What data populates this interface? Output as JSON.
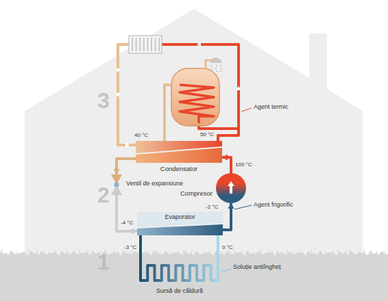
{
  "diagram": {
    "nodes": [
      {
        "text": [
          "Condensator"
        ]
      },
      {
        "text": [
          "Ventil de expansiune"
        ]
      },
      {
        "text": [
          "Compresor"
        ]
      },
      {
        "text": [
          "Evaporator"
        ]
      }
    ],
    "edges": [
      {
        "from": 2,
        "to": 0,
        "arrow": "to"
      },
      {
        "from": 0,
        "to": 1,
        "arrow": "to"
      },
      {
        "from": 1,
        "to": 3,
        "arrow": "to"
      },
      {
        "from": 3,
        "to": 2,
        "arrow": "to"
      }
    ],
    "labels": [
      "3",
      "2",
      "1",
      "Agent termic",
      "40 °C",
      "50 °C",
      "100 °C",
      "-4 °C",
      "-2 °C",
      "Agent frigorific",
      "-3 °C",
      "0 °C",
      "Soluție antiîngheț",
      "Sursă de căldură"
    ]
  }
}
